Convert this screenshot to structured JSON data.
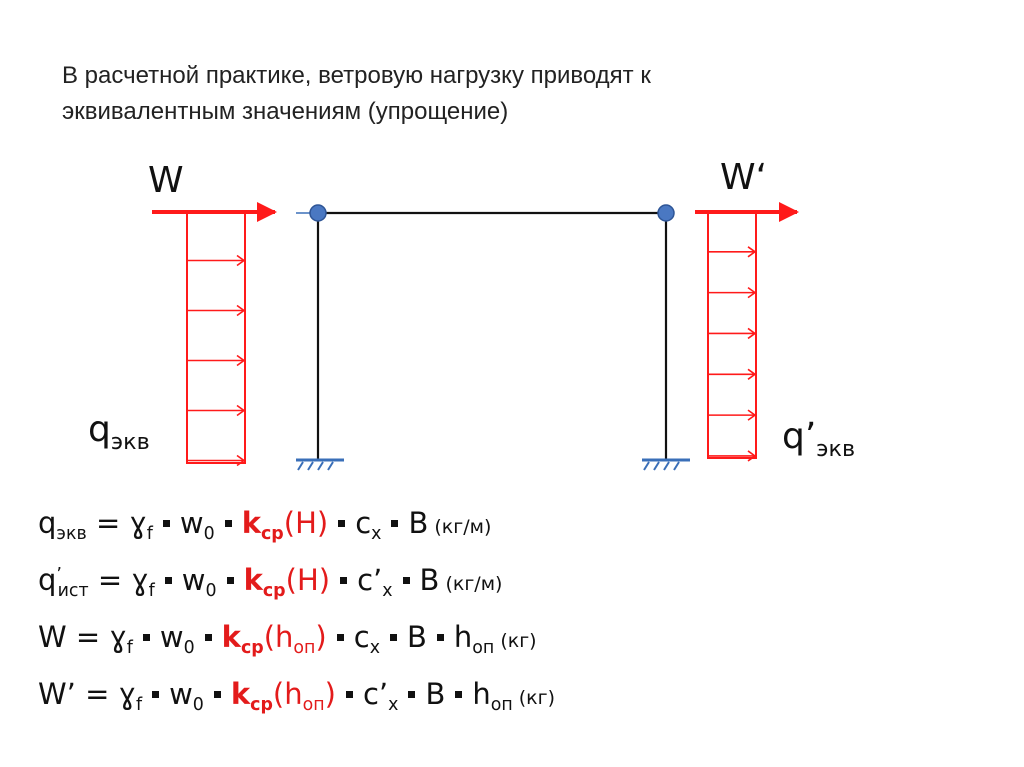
{
  "title": {
    "line1": "В расчетной практике, ветровую нагрузку приводят к",
    "line2": "эквивалентным значениям (упрощение)"
  },
  "diagram": {
    "labels": {
      "w_left": "W",
      "w_right": "W‘",
      "q_left_base": "q",
      "q_left_sub": "экв",
      "q_right_base": "q’",
      "q_right_sub": "экв"
    },
    "colors": {
      "load": "#ff1a1a",
      "frame": "#111111",
      "node": "#4a78c2",
      "support": "#3a6fb8"
    },
    "left_load_arrows": 5,
    "right_load_arrows": 6
  },
  "formulas": {
    "f1": {
      "lhs": "q",
      "lhs_sub": "экв",
      "eq": " = ",
      "g": "ɣ",
      "g_sub": "f",
      "w": "w",
      "w_sub": "0",
      "k": "k",
      "k_sub": "ср",
      "arg": "(H)",
      "c": "c",
      "c_sub": "x",
      "b": "B",
      "unit": "(кг/м)"
    },
    "f2": {
      "lhs": "q",
      "lhs_sup": "’",
      "lhs_sub": "ист",
      "eq": " = ",
      "g": "ɣ",
      "g_sub": "f",
      "w": "w",
      "w_sub": "0",
      "k": "k",
      "k_sub": "ср",
      "arg": "(H)",
      "c": "c’",
      "c_sub": "x",
      "b": "B",
      "unit": "(кг/м)"
    },
    "f3": {
      "lhs": "W",
      "eq": " = ",
      "g": "ɣ",
      "g_sub": "f",
      "w": "w",
      "w_sub": "0",
      "k": "k",
      "k_sub": "ср",
      "arg_open": "(h",
      "arg_sub": "оп",
      "arg_close": ")",
      "c": "c",
      "c_sub": "x",
      "b": "B",
      "h": "h",
      "h_sub": "оп",
      "unit": "(кг)"
    },
    "f4": {
      "lhs": "W’",
      "eq": " = ",
      "g": "ɣ",
      "g_sub": "f",
      "w": "w",
      "w_sub": "0",
      "k": "k",
      "k_sub": "ср",
      "arg_open": "(h",
      "arg_sub": "оп",
      "arg_close": ")",
      "c": "c’",
      "c_sub": "x",
      "b": "B",
      "h": "h",
      "h_sub": "оп",
      "unit": "(кг)"
    }
  }
}
